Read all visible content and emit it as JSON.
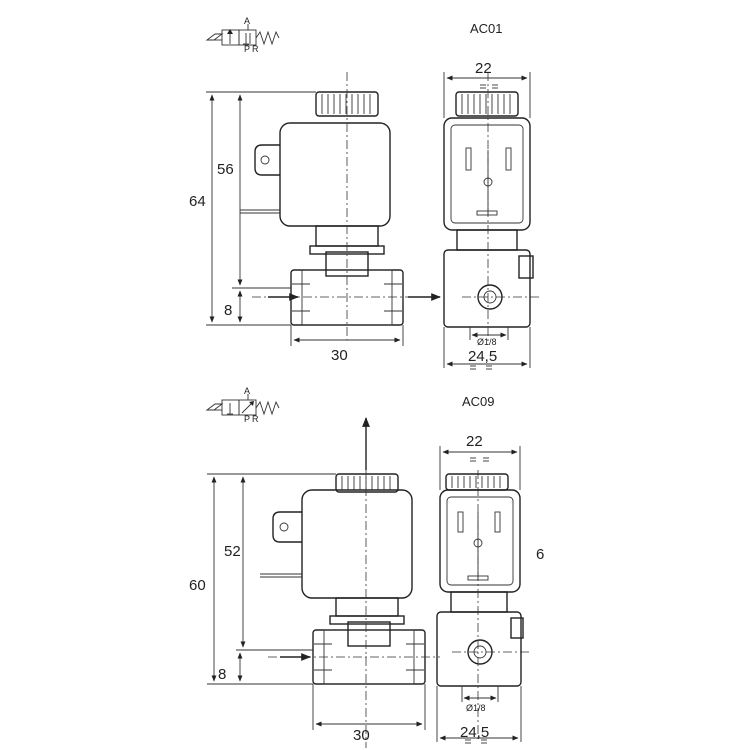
{
  "views": [
    {
      "model": "AC01",
      "dims": {
        "total_height": "64",
        "coil_height": "56",
        "base_height": "8",
        "body_width": "30",
        "coil_width": "22",
        "port_width": "24,5",
        "port_size": "Ø1/8"
      }
    },
    {
      "model": "AC09",
      "dims": {
        "total_height": "60",
        "coil_height": "52",
        "base_height": "8",
        "body_width": "30",
        "coil_width": "22",
        "port_width": "24,5",
        "port_size": "Ø1/8"
      },
      "side_note": "6"
    }
  ]
}
